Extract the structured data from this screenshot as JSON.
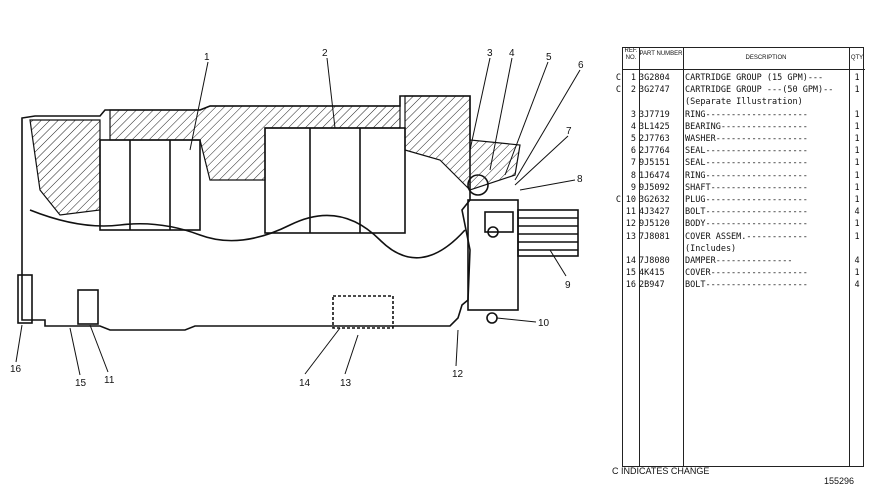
{
  "drawing": {
    "callouts": [
      "1",
      "2",
      "3",
      "4",
      "5",
      "6",
      "7",
      "8",
      "9",
      "10",
      "11",
      "12",
      "13",
      "14",
      "15",
      "16"
    ]
  },
  "table": {
    "headers": {
      "ref": "REF. NO.",
      "part": "PART NUMBER",
      "desc": "DESCRIPTION",
      "qty": "QTY"
    },
    "rows": [
      {
        "c": "C",
        "ref": "1",
        "part": "3G2804",
        "desc": "CARTRIDGE GROUP   (15 GPM)---",
        "qty": "1"
      },
      {
        "c": "C",
        "ref": "2",
        "part": "3G2747",
        "desc": "CARTRIDGE GROUP ---(50 GPM)--",
        "qty": "1"
      },
      {
        "c": "",
        "ref": "",
        "part": "",
        "desc": "   (Separate Illustration)",
        "qty": ""
      },
      {
        "c": "",
        "ref": "3",
        "part": "3J7719",
        "desc": "RING--------------------",
        "qty": "1"
      },
      {
        "c": "",
        "ref": "4",
        "part": "3L1425",
        "desc": "BEARING-----------------",
        "qty": "1"
      },
      {
        "c": "",
        "ref": "5",
        "part": "2J7763",
        "desc": "WASHER------------------",
        "qty": "1"
      },
      {
        "c": "",
        "ref": "6",
        "part": "2J7764",
        "desc": "SEAL--------------------",
        "qty": "1"
      },
      {
        "c": "",
        "ref": "7",
        "part": "9J5151",
        "desc": "SEAL--------------------",
        "qty": "1"
      },
      {
        "c": "",
        "ref": "8",
        "part": "1J6474",
        "desc": "RING--------------------",
        "qty": "1"
      },
      {
        "c": "",
        "ref": "9",
        "part": "9J5092",
        "desc": "SHAFT-------------------",
        "qty": "1"
      },
      {
        "c": "C",
        "ref": "10",
        "part": "3G2632",
        "desc": "PLUG--------------------",
        "qty": "1"
      },
      {
        "c": "",
        "ref": "11",
        "part": "4J3427",
        "desc": "BOLT--------------------",
        "qty": "4"
      },
      {
        "c": "",
        "ref": "12",
        "part": "9J5120",
        "desc": "BODY--------------------",
        "qty": "1"
      },
      {
        "c": "",
        "ref": "13",
        "part": "7J8081",
        "desc": "COVER ASSEM.------------",
        "qty": "1"
      },
      {
        "c": "",
        "ref": "",
        "part": "",
        "desc": "   (Includes)",
        "qty": ""
      },
      {
        "c": "",
        "ref": "14",
        "part": "7J8080",
        "desc": "   DAMPER---------------",
        "qty": "4"
      },
      {
        "c": "",
        "ref": "15",
        "part": "4K415",
        "desc": "COVER-------------------",
        "qty": "1"
      },
      {
        "c": "",
        "ref": "16",
        "part": "2B947",
        "desc": "BOLT--------------------",
        "qty": "4"
      }
    ]
  },
  "footer": {
    "note": "C INDICATES CHANGE",
    "drawing_id": "155296"
  }
}
